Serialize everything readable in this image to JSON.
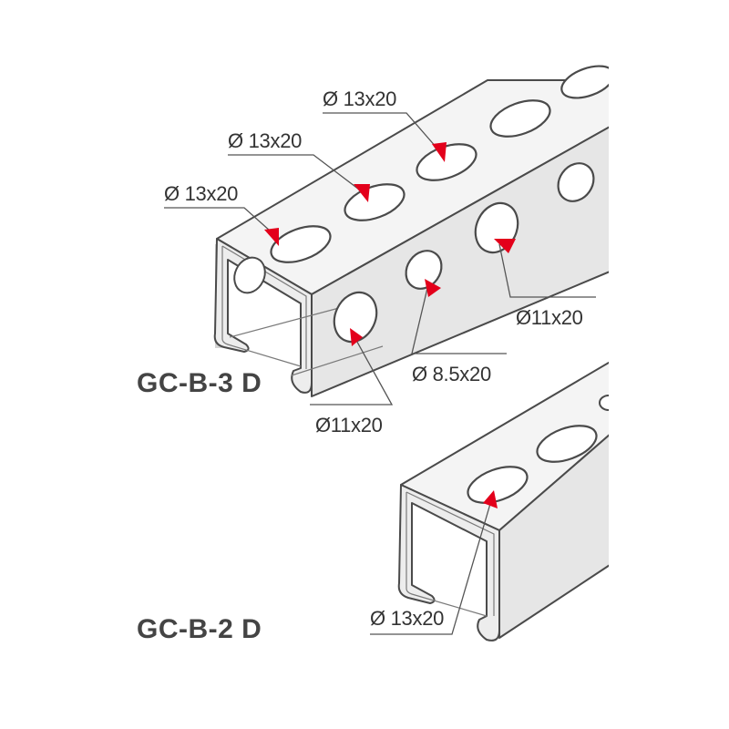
{
  "products": {
    "top": {
      "model": "GC-B-3 D",
      "holes": {
        "top_left": "Ø 13x20",
        "top_middle": "Ø 13x20",
        "top_right": "Ø 13x20",
        "side_upper_right": "Ø11x20",
        "side_middle": "Ø 8.5x20",
        "side_lower": "Ø11x20"
      }
    },
    "bottom": {
      "model": "GC-B-2 D",
      "holes": {
        "top": "Ø 13x20"
      }
    }
  },
  "colors": {
    "steel_top": "#f4f4f4",
    "steel_side": "#e4e4e4",
    "steel_inner": "#d2d2d2",
    "outline": "#4a4a4a",
    "leader": "#555555",
    "arrow": "#e3001b",
    "label": "#333333",
    "model_label": "#444444"
  }
}
